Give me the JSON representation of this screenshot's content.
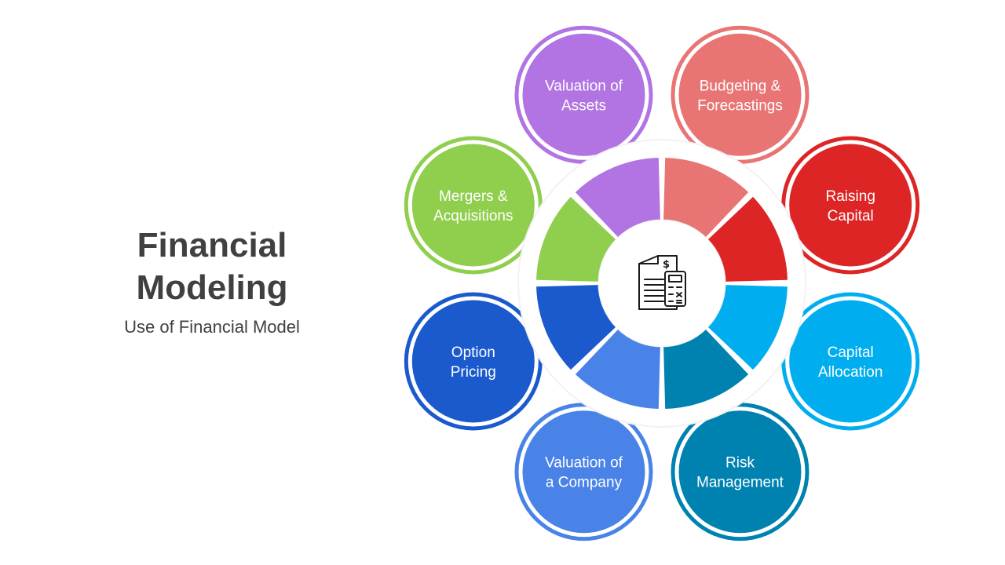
{
  "title": {
    "line1": "Financial",
    "line2": "Modeling"
  },
  "subtitle": "Use of Financial Model",
  "center_icon": "financial-statement-calculator-icon",
  "items": [
    {
      "lines": [
        "Budgeting &",
        "Forecastings"
      ],
      "color": "#E97474"
    },
    {
      "lines": [
        "Raising",
        "Capital"
      ],
      "color": "#DD2526"
    },
    {
      "lines": [
        "Capital",
        "Allocation"
      ],
      "color": "#00AEEF"
    },
    {
      "lines": [
        "Risk",
        "Management"
      ],
      "color": "#0082B0"
    },
    {
      "lines": [
        "Valuation of",
        "a Company"
      ],
      "color": "#4A83E8"
    },
    {
      "lines": [
        "Option",
        "Pricing"
      ],
      "color": "#1B5ACD"
    },
    {
      "lines": [
        "Mergers &",
        "Acquisitions"
      ],
      "color": "#90CE4E"
    },
    {
      "lines": [
        "Valuation of",
        "Assets"
      ],
      "color": "#B174E2"
    }
  ]
}
